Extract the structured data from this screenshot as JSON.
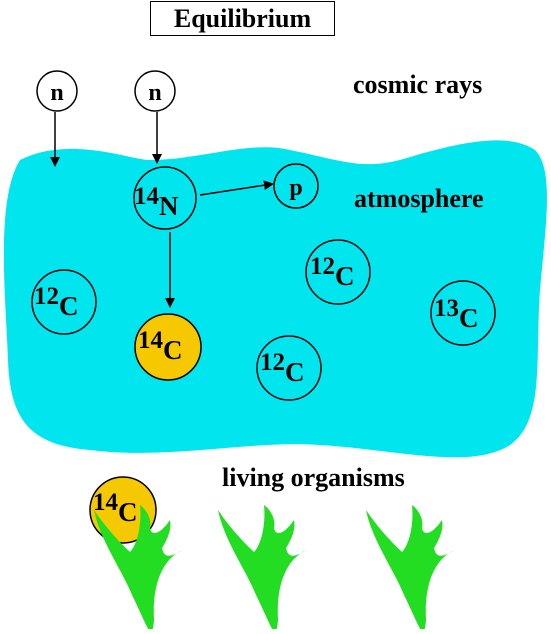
{
  "title": "Equilibrium",
  "labels": {
    "cosmic_rays": "cosmic rays",
    "atmosphere": "atmosphere",
    "living_organisms": "living organisms"
  },
  "particles": {
    "neutron": "n",
    "proton": "p",
    "n14": {
      "mass": "14",
      "symbol": "N"
    },
    "c12": {
      "mass": "12",
      "symbol": "C"
    },
    "c13": {
      "mass": "13",
      "symbol": "C"
    },
    "c14": {
      "mass": "14",
      "symbol": "C"
    }
  },
  "colors": {
    "atmosphere": "#00e5ee",
    "carbon14": "#f5c800",
    "plant": "#22dd22",
    "outline": "#000000"
  }
}
